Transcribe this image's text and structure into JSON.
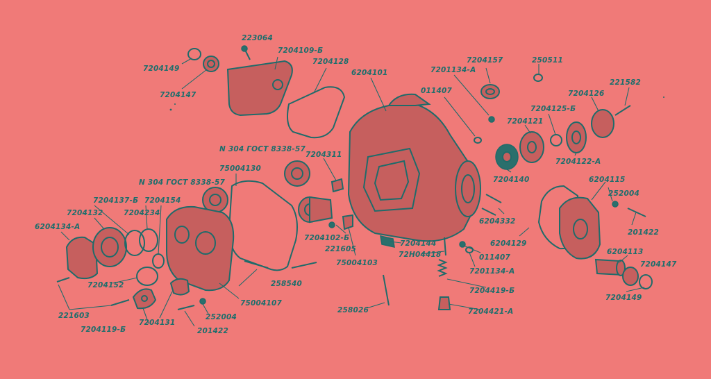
{
  "colors": {
    "background": "#f07a78",
    "ink": "#1f6b6a"
  },
  "labels": [
    "223064",
    "7204109-Б",
    "7204149",
    "7204147",
    "7204128",
    "6204101",
    "011407",
    "7201134-А",
    "7204157",
    "250511",
    "7204126",
    "221582",
    "7204125-Б",
    "7204121",
    "7204122-А",
    "N 304 ГОСТ 8338-57",
    "7204311",
    "75004130",
    "N 304 ГОСТ 8338-57",
    "7204137-Б",
    "7204234",
    "7204132",
    "7204154",
    "6204134-А",
    "7204140",
    "6204115",
    "252004",
    "6204332",
    "7204102-Б",
    "221605",
    "75004103",
    "7204144",
    "72Н04418",
    "011407",
    "6204129",
    "201422",
    "6204113",
    "7201134-А",
    "7204147",
    "7204419-Б",
    "258540",
    "7204152",
    "75004107",
    "7204149",
    "258026",
    "7204421-А",
    "221603",
    "7204131",
    "252004",
    "7204119-Б",
    "201422"
  ]
}
